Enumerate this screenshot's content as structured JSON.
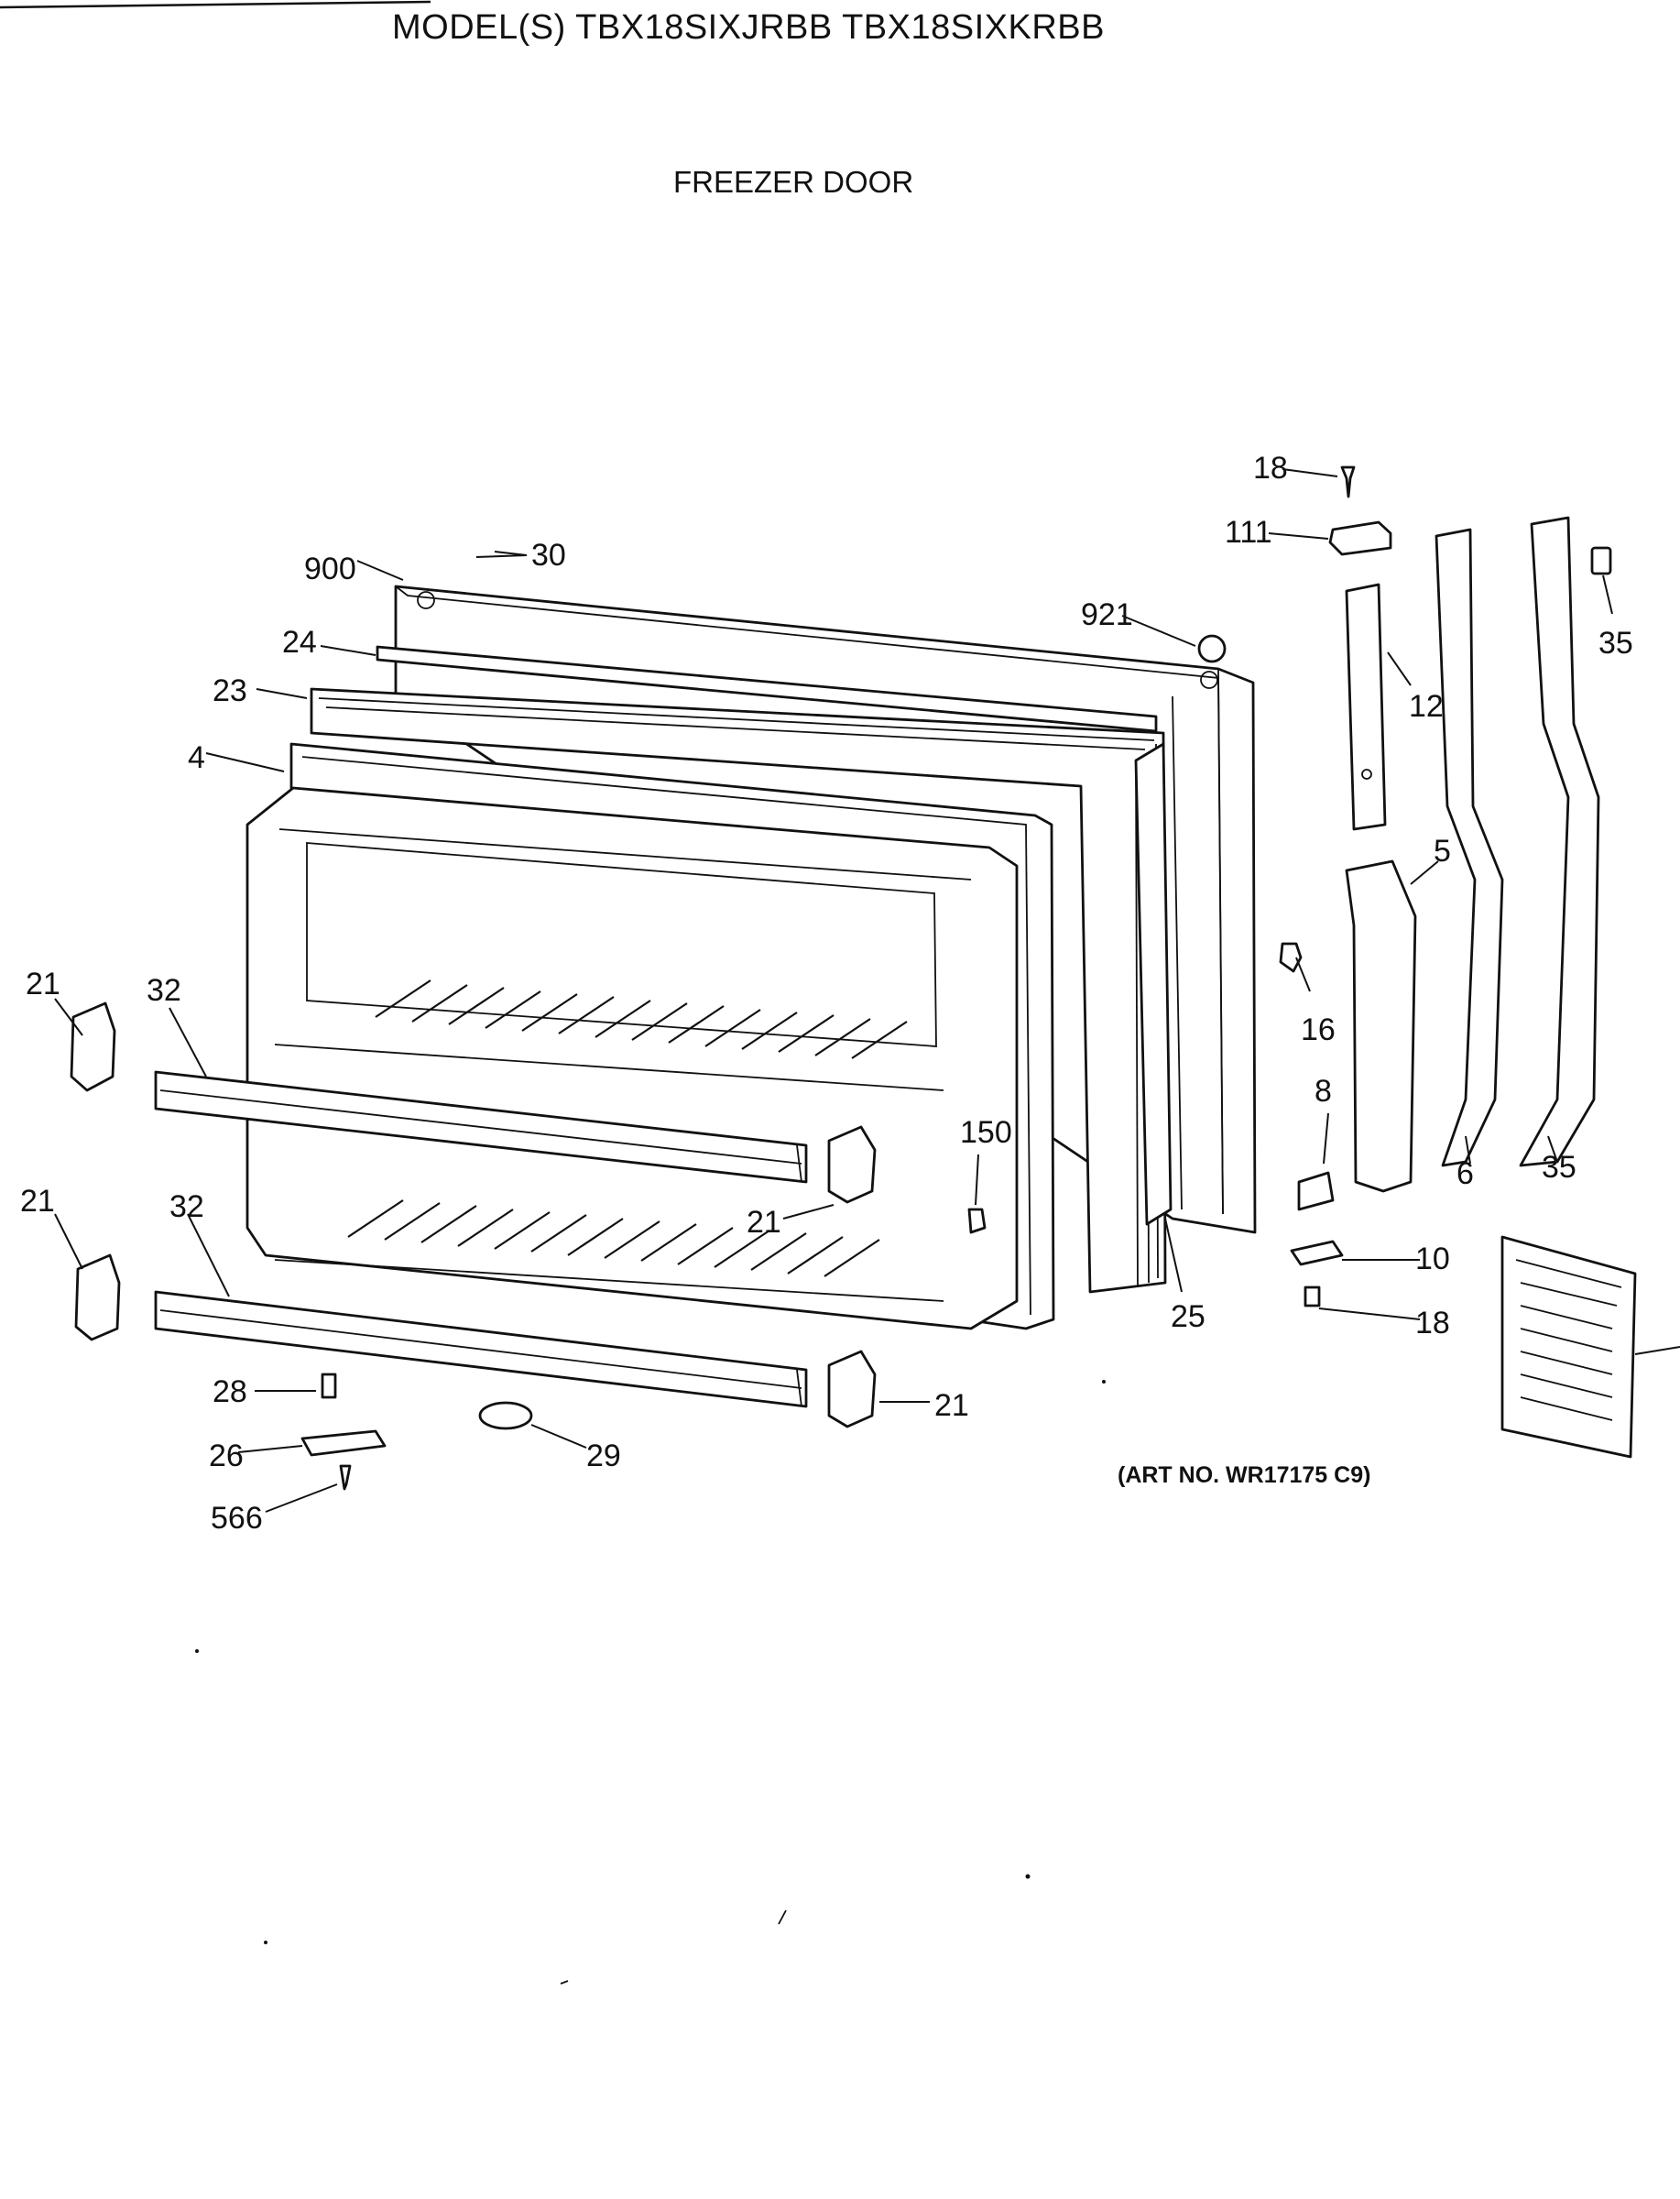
{
  "header": {
    "models_label": "MODEL(S) TBX18SIXJRBB  TBX18SIXKRBB",
    "section_title": "FREEZER DOOR"
  },
  "art_number": "(ART NO. WR17175 C9)",
  "callouts": {
    "c900": "900",
    "c30": "30",
    "c24": "24",
    "c23": "23",
    "c4": "4",
    "c921": "921",
    "c18_top": "18",
    "c111": "111",
    "c12": "12",
    "c35_top": "35",
    "c5": "5",
    "c16": "16",
    "c8": "8",
    "c6": "6",
    "c35_bottom": "35",
    "c10": "10",
    "c18_bottom": "18",
    "c150": "150",
    "c25": "25",
    "c21_left_upper": "21",
    "c32_upper": "32",
    "c21_left_lower": "21",
    "c32_lower": "32",
    "c21_mid": "21",
    "c21_bottom": "21",
    "c28": "28",
    "c26": "26",
    "c566": "566",
    "c29": "29"
  }
}
